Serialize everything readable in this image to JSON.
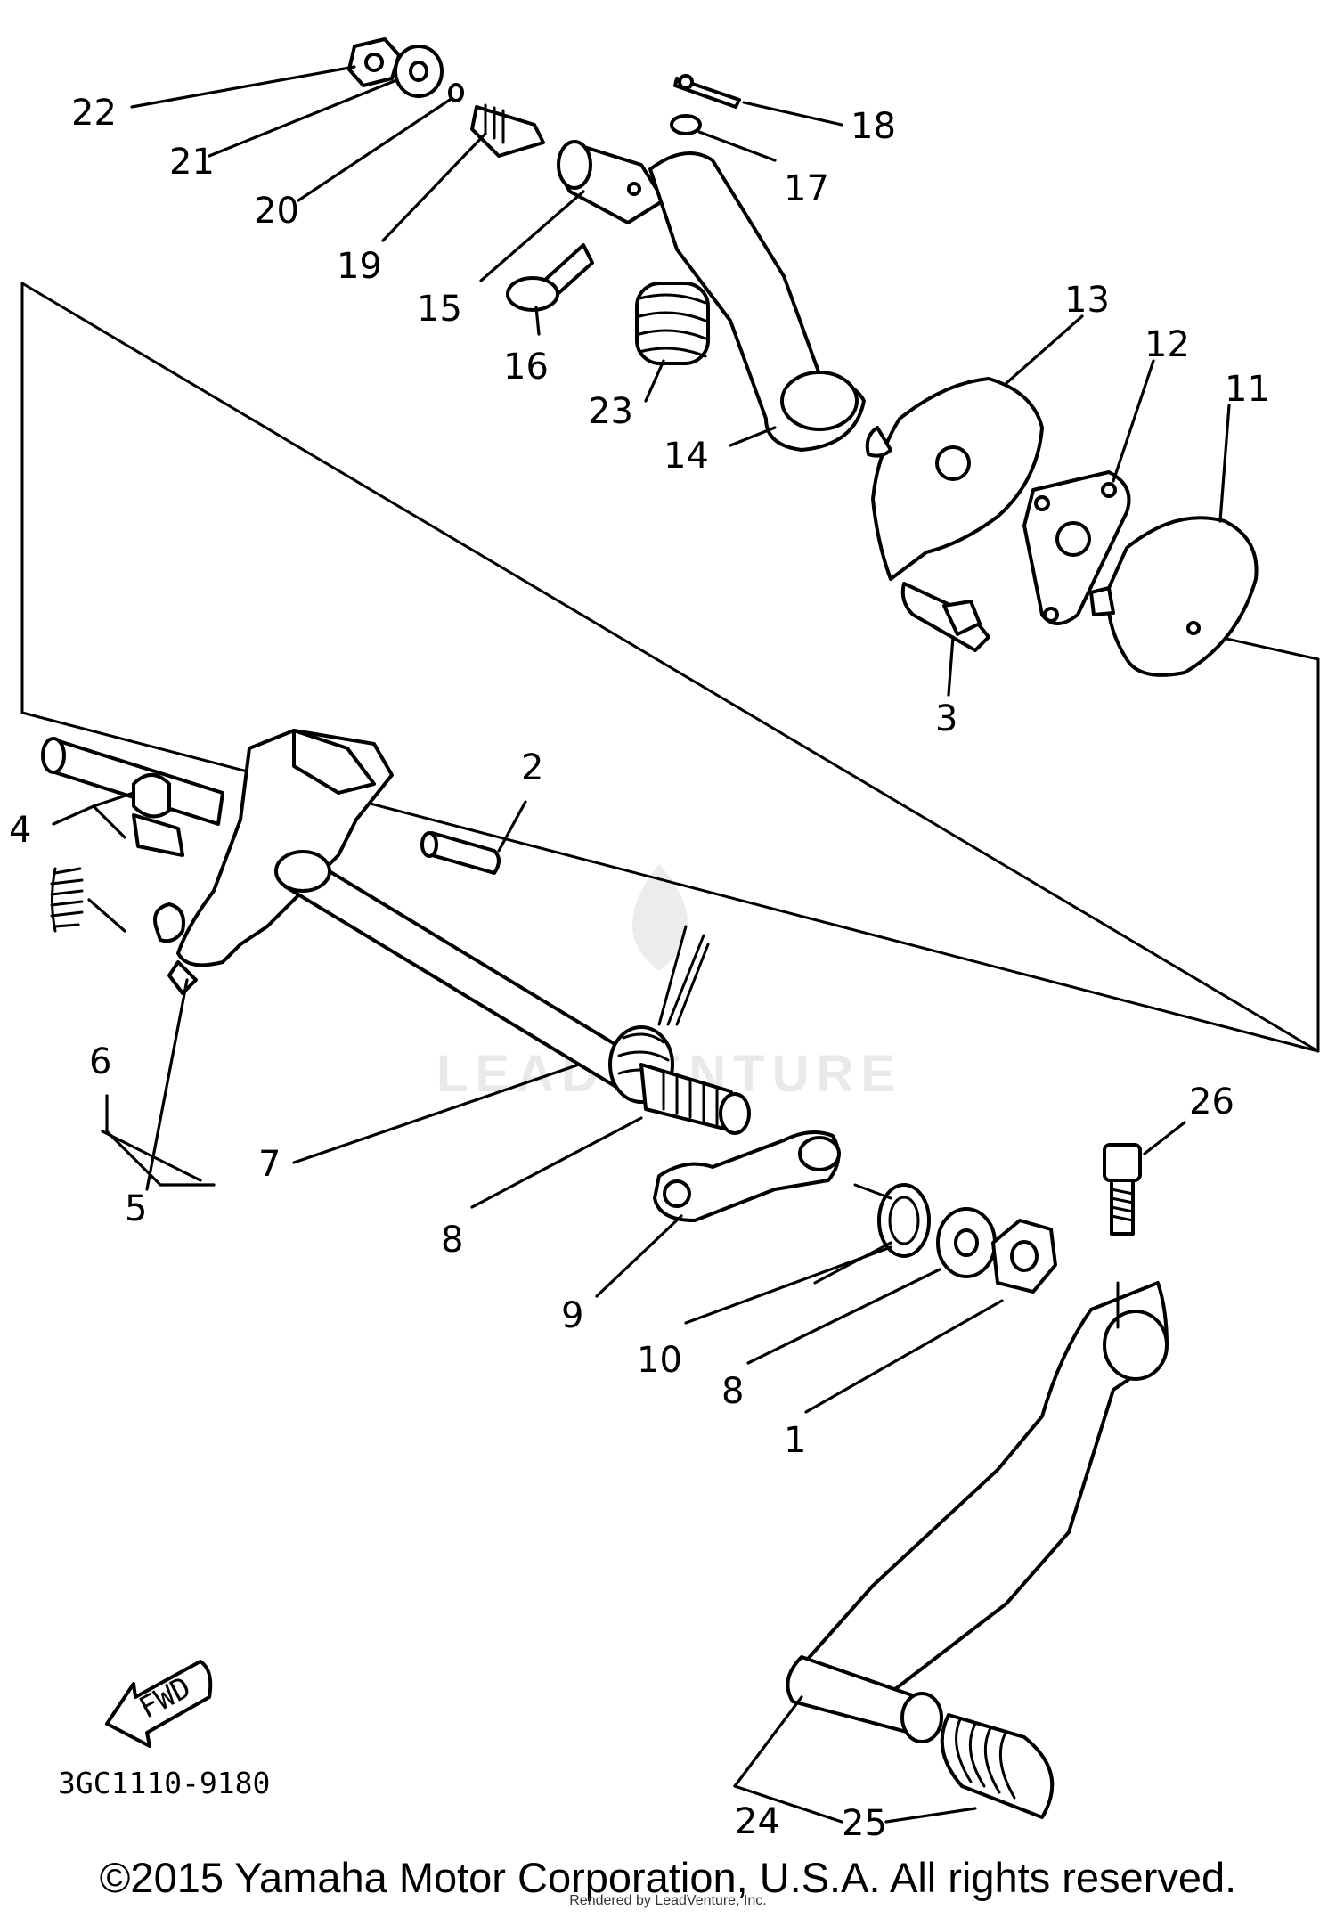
{
  "diagram": {
    "part_number": "3GC1110-9180",
    "fwd_label": "FWD",
    "watermark": "LEADVENTURE",
    "callouts": [
      "1",
      "2",
      "3",
      "4",
      "5",
      "6",
      "7",
      "8",
      "9",
      "10",
      "11",
      "12",
      "13",
      "14",
      "15",
      "16",
      "17",
      "18",
      "19",
      "20",
      "21",
      "22",
      "23",
      "24",
      "25",
      "26"
    ]
  },
  "footer": {
    "copyright": "©2015 Yamaha Motor Corporation, U.S.A. All rights reserved.",
    "rendered_by": "Rendered by LeadVenture, Inc."
  }
}
